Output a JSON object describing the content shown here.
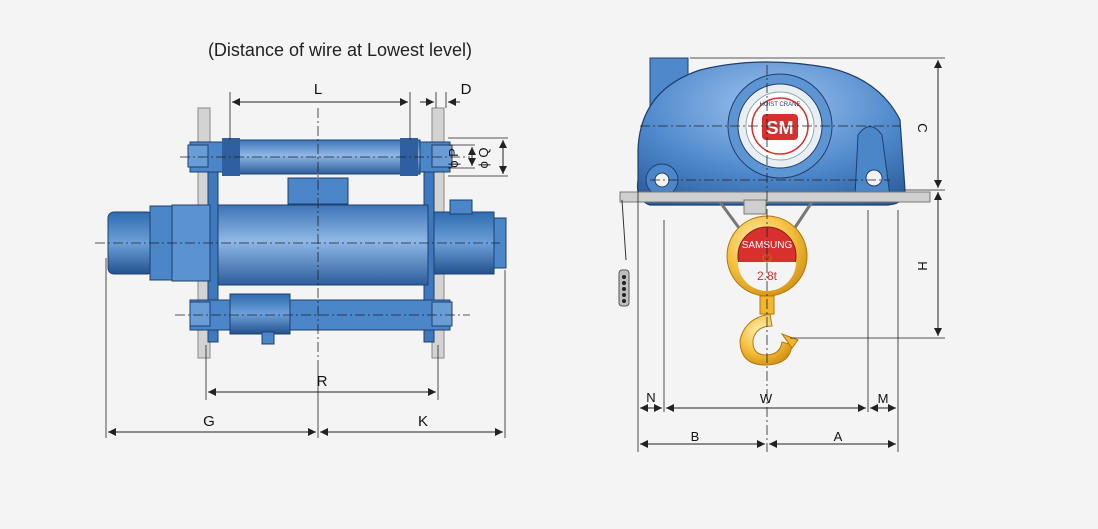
{
  "caption": "(Distance of wire at Lowest level)",
  "side_view": {
    "dims": {
      "L": "L",
      "D": "D",
      "P": "ϕ P",
      "Q": "ϕ Q",
      "R": "R",
      "G": "G",
      "K": "K"
    }
  },
  "front_view": {
    "dims": {
      "C": "C",
      "H": "H",
      "N": "N",
      "W": "W",
      "M": "M",
      "B": "B",
      "A": "A"
    },
    "logo": {
      "brand": "SM",
      "ring_text": "HOIST CRANE"
    },
    "hook_block": {
      "brand": "SAMSUNG",
      "capacity": "2.8t"
    }
  },
  "colors": {
    "body_blue": "#4a86c8",
    "dark_blue": "#2f5f9e",
    "hook_yellow": "#f2b52d",
    "label_red": "#d8302f",
    "rope_grey": "#c9c9c9",
    "line": "#222222"
  }
}
